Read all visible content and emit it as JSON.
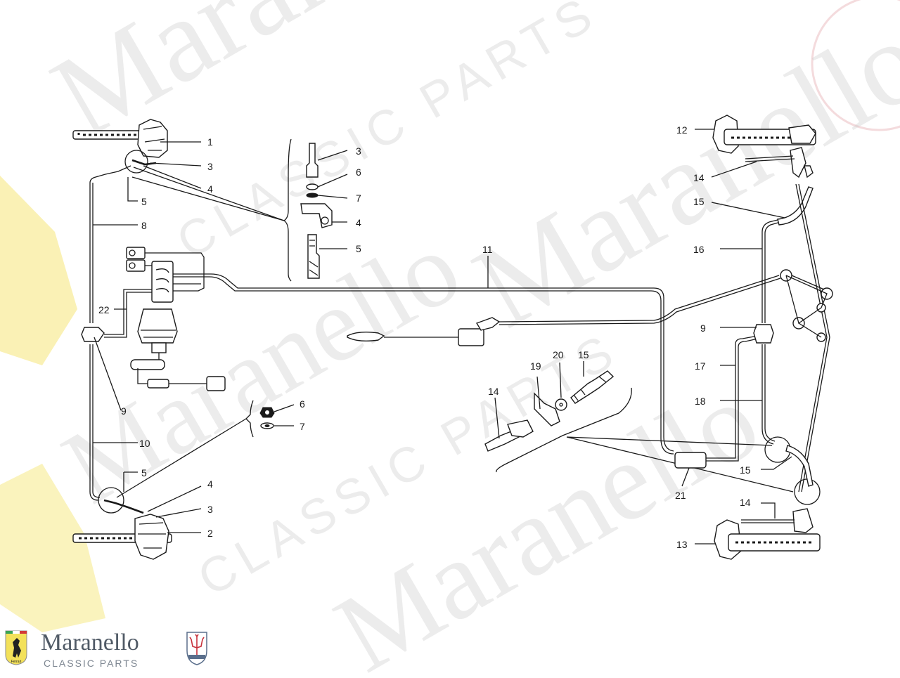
{
  "watermark": {
    "brand_name": "Maranello",
    "brand_tagline": "CLASSIC PARTS",
    "corner_logo_text": "Ferrari"
  },
  "part_labels": {
    "l1": "1",
    "l3a": "3",
    "l4a": "4",
    "l5a": "5",
    "l8": "8",
    "l22": "22",
    "l9a": "9",
    "l10": "10",
    "l5b": "5",
    "l4b": "4",
    "l3b": "3",
    "l2": "2",
    "inset_top": [
      "3",
      "6",
      "7",
      "4",
      "5"
    ],
    "inset_nut": [
      "6",
      "7"
    ],
    "l11": "11",
    "inset_right": [
      "19",
      "20",
      "15",
      "14"
    ],
    "l21": "21",
    "l12": "12",
    "l14a": "14",
    "l15a": "15",
    "l16": "16",
    "l9b": "9",
    "l17": "17",
    "l18": "18",
    "l15b": "15",
    "l14b": "14",
    "l13": "13"
  },
  "colors": {
    "line": "#1a1a1a",
    "watermark": "#c9c9c9",
    "brand_text": "#505a66",
    "flag_yellow": "#f3e15a",
    "trident_red": "#c8323c"
  }
}
